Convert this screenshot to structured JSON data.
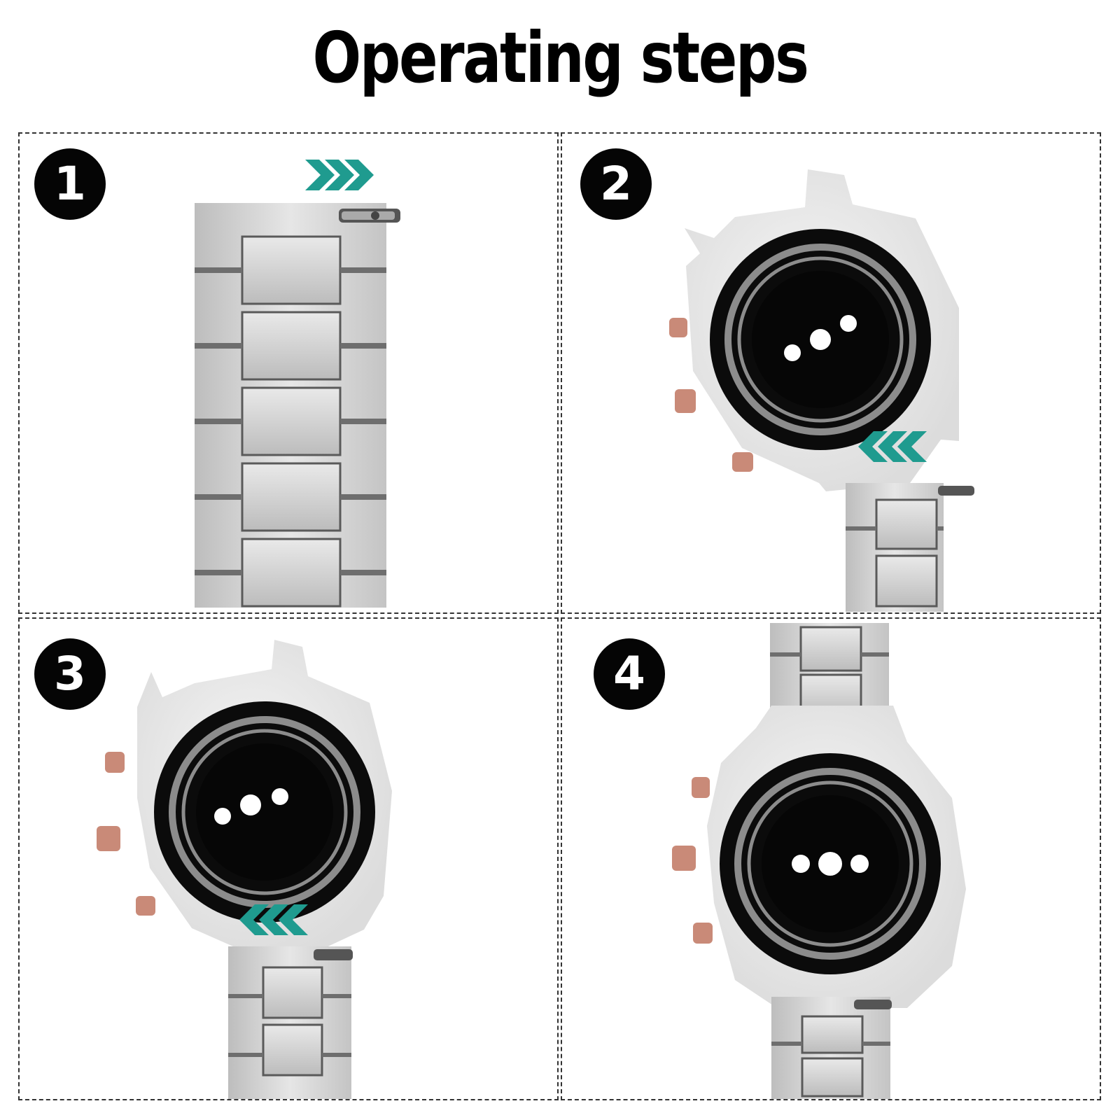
{
  "title": "Operating steps",
  "steps": [
    {
      "number": "1"
    },
    {
      "number": "2"
    },
    {
      "number": "3"
    },
    {
      "number": "4"
    }
  ],
  "colors": {
    "arrow": "#1f9b8f",
    "band_metal": "#cfcfcf",
    "band_shadow": "#6e6e6e",
    "watch_case": "#ededed",
    "sensor": "#0b0b0b",
    "button": "#c98a78",
    "badge": "#050505",
    "border": "#333333"
  }
}
